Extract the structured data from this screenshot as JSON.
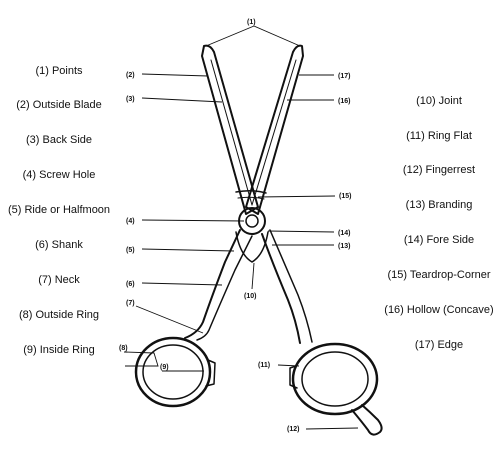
{
  "legend": {
    "left": [
      {
        "text": "(1) Points"
      },
      {
        "text": "(2) Outside Blade"
      },
      {
        "text": "(3) Back Side"
      },
      {
        "text": "(4) Screw Hole"
      },
      {
        "text": "(5) Ride or Halfmoon"
      },
      {
        "text": "(6) Shank"
      },
      {
        "text": "(7) Neck"
      },
      {
        "text": "(8) Outside Ring"
      },
      {
        "text": "(9) Inside Ring"
      }
    ],
    "right": [
      {
        "text": "(10) Joint"
      },
      {
        "text": "(11) Ring Flat"
      },
      {
        "text": "(12) Fingerrest"
      },
      {
        "text": "(13) Branding"
      },
      {
        "text": "(14) Fore Side"
      },
      {
        "text": "(15) Teardrop-Corner"
      },
      {
        "text": "(16) Hollow (Concave)"
      },
      {
        "text": "(17) Edge"
      }
    ]
  },
  "callouts": {
    "c1": "(1)",
    "c2": "(2)",
    "c3": "(3)",
    "c4": "(4)",
    "c5": "(5)",
    "c6": "(6)",
    "c7": "(7)",
    "c8": "(8)",
    "c9": "(9)",
    "c10": "(10)",
    "c11": "(11)",
    "c12": "(12)",
    "c13": "(13)",
    "c14": "(14)",
    "c15": "(15)",
    "c16": "(16)",
    "c17": "(17)"
  }
}
